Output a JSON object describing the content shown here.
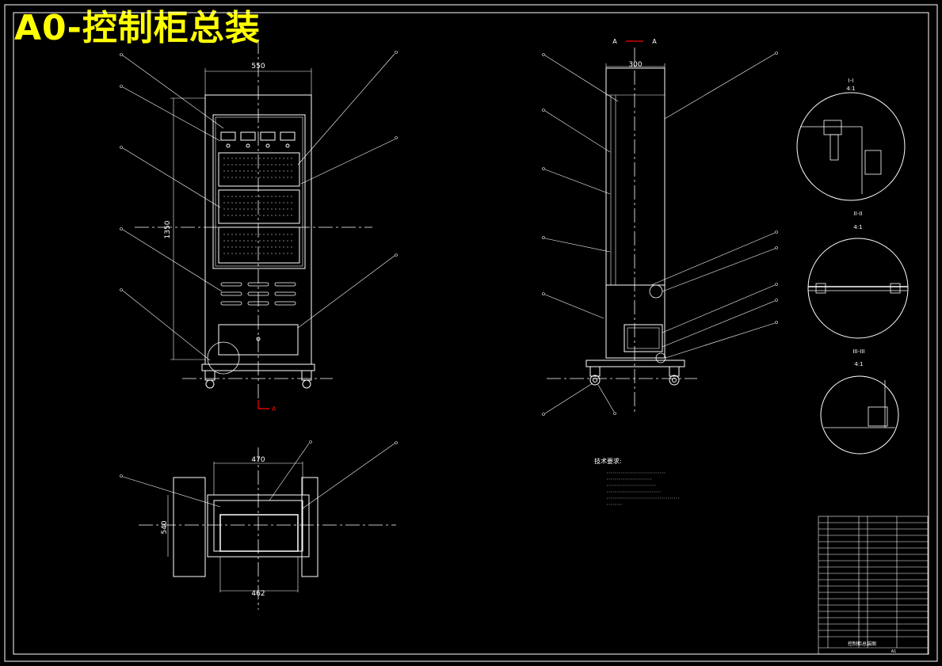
{
  "title": "A0-控制柜总装",
  "colors": {
    "background": "#000000",
    "line": "#ffffff",
    "title": "#ffff00",
    "section_marker": "#ff0000"
  },
  "front_view": {
    "width_dim": "550",
    "height_dim": "1350",
    "section_label": "A"
  },
  "side_view": {
    "width_dim": "300",
    "section_label": "A"
  },
  "top_view": {
    "top_dim": "470",
    "bottom_dim": "462",
    "depth_dim": "540"
  },
  "details": {
    "detail_1": {
      "title": "I-I",
      "scale": "4:1"
    },
    "detail_2": {
      "title": "II-II",
      "scale": "4:1"
    },
    "detail_3": {
      "title": "III-III",
      "scale": "4:1"
    }
  },
  "tech_requirements": {
    "heading": "技术要求:"
  },
  "title_block": {
    "drawing_name": "控制柜总装图",
    "sheet": "A1"
  }
}
